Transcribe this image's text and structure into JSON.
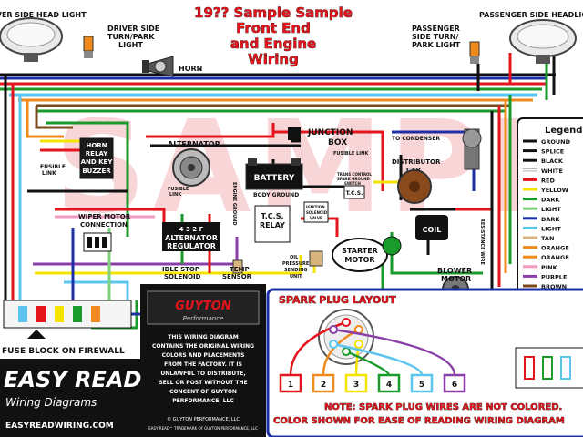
{
  "title": {
    "line1": "19?? Sample Sample",
    "line2": "Front End",
    "line3": "and Engine",
    "line4": "Wiring"
  },
  "watermark": "SAMPLE",
  "labels": {
    "driver_head": "DRIVER SIDE HEAD LIGHT",
    "driver_turn": "DRIVER SIDE",
    "driver_turn2": "TURN/PARK",
    "driver_turn3": "LIGHT",
    "horn": "HORN",
    "pass_turn": "PASSENGER",
    "pass_turn2": "SIDE TURN/",
    "pass_turn3": "PARK LIGHT",
    "pass_head": "PASSENGER SIDE HEADLIGHT",
    "horn_relay1": "HORN",
    "horn_relay2": "RELAY",
    "horn_relay3": "AND KEY",
    "horn_relay4": "BUZZER",
    "fusible_link": "FUSIBLE",
    "fusible_link2": "LINK",
    "alternator": "ALTERNATOR",
    "fusible_alt": "FUSIBLE",
    "fusible_alt2": "LINK",
    "engine_ground": "ENGINE GROUND",
    "battery": "BATTERY",
    "body_ground": "BODY GROUND",
    "junction_box": "JUNCTION",
    "junction_box2": "BOX",
    "fusible_jb": "FUSIBLE LINK",
    "to_condenser": "TO CONDENSER",
    "distributor": "DISTRIBUTOR",
    "distributor2": "CAP",
    "trans_ctrl": "TRANS CONTROL",
    "trans_ctrl2": "SPARK GROUND",
    "trans_ctrl3": "SWITCH",
    "tcs": "T.C.S.",
    "wiper_motor": "WIPER MOTOR",
    "wiper_motor2": "CONNECTION",
    "alt_reg": "ALTERNATOR",
    "alt_reg2": "REGULATOR",
    "alt_reg_pins": "4 3 2 F",
    "tcs_relay": "T.C.S.",
    "tcs_relay2": "RELAY",
    "ign_sol": "IGNITION",
    "ign_sol2": "SOLENOID",
    "ign_sol3": "VALVE",
    "oil_press": "OIL",
    "oil_press2": "PRESSURE",
    "oil_press3": "SENDING",
    "oil_press4": "UNIT",
    "starter": "STARTER",
    "starter2": "MOTOR",
    "coil": "COIL",
    "resistance": "RESISTANCE WIRE",
    "idle_stop": "IDLE STOP",
    "idle_stop2": "SOLENOID",
    "temp_sensor": "TEMP",
    "temp_sensor2": "SENSOR",
    "blower": "BLOWER",
    "blower2": "MOTOR",
    "fuse_block": "FUSE BLOCK ON FIREWALL",
    "spark_plug_layout": "SPARK PLUG LAYOUT",
    "plugs": [
      "1",
      "2",
      "3",
      "4",
      "5",
      "6"
    ],
    "note1": "NOTE: SPARK PLUG WIRES ARE NOT COLORED.",
    "note2": "COLOR SHOWN FOR EASE OF READING WIRING DIAGRAM"
  },
  "legend": {
    "title": "Legend",
    "items": [
      {
        "name": "GROUND",
        "color": "#111111"
      },
      {
        "name": "SPLICE",
        "color": "#111111"
      },
      {
        "name": "BLACK",
        "color": "#111111"
      },
      {
        "name": "WHITE",
        "color": "#ffffff"
      },
      {
        "name": "RED",
        "color": "#e3141b"
      },
      {
        "name": "YELLOW",
        "color": "#f4e300"
      },
      {
        "name": "DARK",
        "color": "#1a9a2a"
      },
      {
        "name": "LIGHT",
        "color": "#7fd17a"
      },
      {
        "name": "DARK",
        "color": "#1c2fa6"
      },
      {
        "name": "LIGHT",
        "color": "#5bc5ef"
      },
      {
        "name": "TAN",
        "color": "#d6b47c"
      },
      {
        "name": "ORANGE",
        "color": "#f08a1c"
      },
      {
        "name": "ORANGE",
        "color": "#f08a1c"
      },
      {
        "name": "PINK",
        "color": "#f39ac0"
      },
      {
        "name": "PURPLE",
        "color": "#8a3fa8"
      },
      {
        "name": "BROWN",
        "color": "#7a4a1c"
      }
    ]
  },
  "gryton": {
    "logo": "GUYTON",
    "logo_sub": "Performance",
    "text": [
      "THIS WIRING DIAGRAM",
      "CONTAINS THE ORIGINAL WIRING",
      "COLORS AND PLACEMENTS",
      "FROM THE FACTORY. IT IS",
      "UNLAWFUL TO DISTRIBUTE,",
      "SELL OR POST WITHOUT THE",
      "CONCENT OF GUYTON",
      "PERFORMANCE, LLC"
    ],
    "copyright": "© GUYTON PERFORMANCE, LLC",
    "trademark": "EASY READ™ TRADEMARK OF GUYTON PERFORMANCE, LLC"
  },
  "brand": {
    "name": "EASY READ",
    "tm": "™",
    "sub": "Wiring Diagrams",
    "url": "EASYREADWIRING.COM"
  },
  "colors": {
    "red": "#e3141b",
    "black": "#111111",
    "blue": "#1c2fa6",
    "lightblue": "#5bc5ef",
    "green": "#1a9a2a",
    "lightgreen": "#7fd17a",
    "yellow": "#f4e300",
    "orange": "#f08a1c",
    "pink": "#f39ac0",
    "purple": "#8a3fa8",
    "brown": "#7a4a1c",
    "tan": "#d6b47c"
  }
}
